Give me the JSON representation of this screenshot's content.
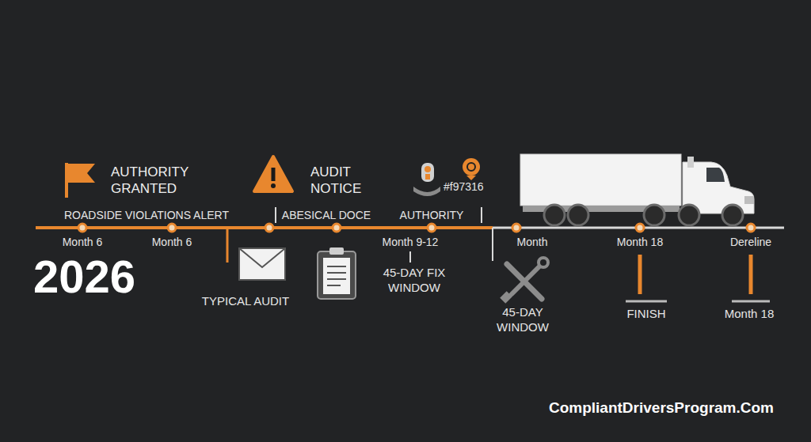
{
  "diagram": {
    "labels": [
      "AUTHORITY GRANTED",
      "ROADSIDE VIOLATIONS ALERT",
      "AUDIT NOTICE",
      "ABESICAL DOCE",
      "AUTHORITY",
      "#f97316",
      "Month 6",
      "Month 6",
      "Month 9-12",
      "Month",
      "Month 18",
      "Dereline",
      "2026",
      "TYPICAL AUDIT",
      "45-DAY FIX WINDOW",
      "45-DAY WINDOW",
      "FINISH",
      "Month 18",
      "CompliantDriversProgram.Com"
    ]
  }
}
